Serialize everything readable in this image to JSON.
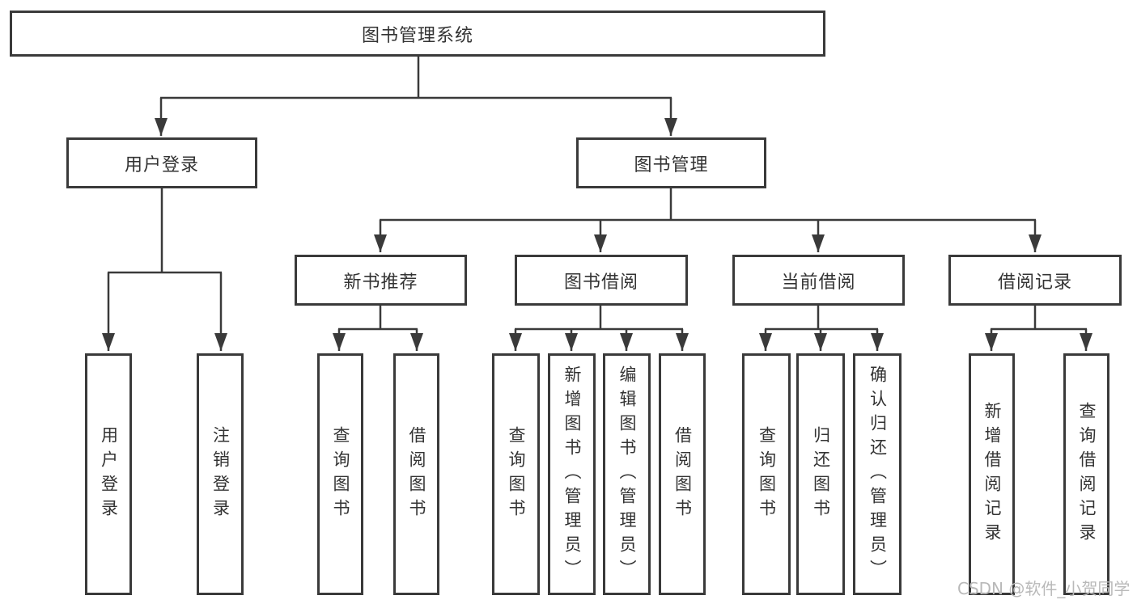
{
  "diagram": {
    "tree": {
      "label": "图书管理系统",
      "children": [
        {
          "label": "用户登录",
          "children": [
            {
              "label": "用户登录"
            },
            {
              "label": "注销登录"
            }
          ]
        },
        {
          "label": "图书管理",
          "children": [
            {
              "label": "新书推荐",
              "children": [
                {
                  "label": "查询图书"
                },
                {
                  "label": "借阅图书"
                }
              ]
            },
            {
              "label": "图书借阅",
              "children": [
                {
                  "label": "查询图书"
                },
                {
                  "label": "新增图书（管理员）"
                },
                {
                  "label": "编辑图书（管理员）"
                },
                {
                  "label": "借阅图书"
                }
              ]
            },
            {
              "label": "当前借阅",
              "children": [
                {
                  "label": "查询图书"
                },
                {
                  "label": "归还图书"
                },
                {
                  "label": "确认归还（管理员）"
                }
              ]
            },
            {
              "label": "借阅记录",
              "children": [
                {
                  "label": "新增借阅记录"
                },
                {
                  "label": "查询借阅记录"
                }
              ]
            }
          ]
        }
      ]
    },
    "colors": {
      "line": "#3a3a3a",
      "text": "#333333",
      "background": "#ffffff",
      "watermark": "#b9b9b9"
    }
  },
  "watermark": {
    "text": "CSDN @软件_小贺同学"
  }
}
